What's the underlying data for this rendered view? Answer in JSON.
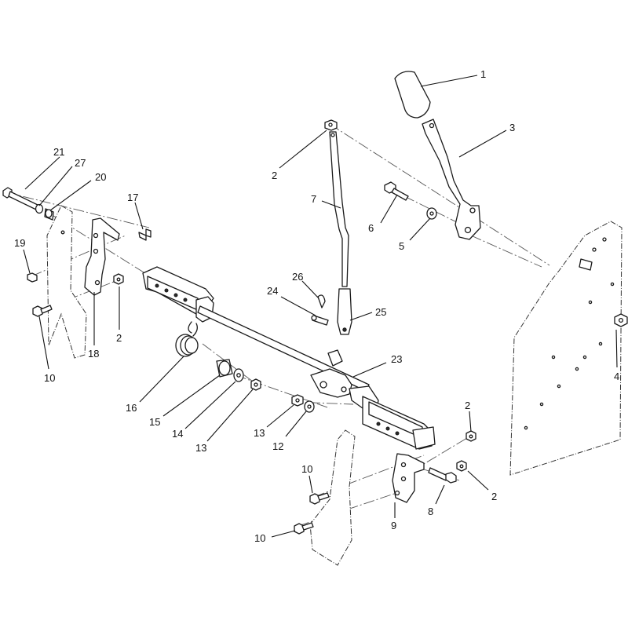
{
  "callouts": [
    {
      "id": "c1",
      "label": "1"
    },
    {
      "id": "c3",
      "label": "3"
    },
    {
      "id": "c2a",
      "label": "2"
    },
    {
      "id": "c7",
      "label": "7"
    },
    {
      "id": "c6",
      "label": "6"
    },
    {
      "id": "c5",
      "label": "5"
    },
    {
      "id": "c21",
      "label": "21"
    },
    {
      "id": "c27",
      "label": "27"
    },
    {
      "id": "c20",
      "label": "20"
    },
    {
      "id": "c17",
      "label": "17"
    },
    {
      "id": "c19",
      "label": "19"
    },
    {
      "id": "c26",
      "label": "26"
    },
    {
      "id": "c24",
      "label": "24"
    },
    {
      "id": "c25",
      "label": "25"
    },
    {
      "id": "c4",
      "label": "4"
    },
    {
      "id": "c2b",
      "label": "2"
    },
    {
      "id": "c18",
      "label": "18"
    },
    {
      "id": "c10a",
      "label": "10"
    },
    {
      "id": "c23",
      "label": "23"
    },
    {
      "id": "c16",
      "label": "16"
    },
    {
      "id": "c15",
      "label": "15"
    },
    {
      "id": "c14",
      "label": "14"
    },
    {
      "id": "c13a",
      "label": "13"
    },
    {
      "id": "c13b",
      "label": "13"
    },
    {
      "id": "c12",
      "label": "12"
    },
    {
      "id": "c2c",
      "label": "2"
    },
    {
      "id": "c2d",
      "label": "2"
    },
    {
      "id": "c10b",
      "label": "10"
    },
    {
      "id": "c9",
      "label": "9"
    },
    {
      "id": "c8",
      "label": "8"
    },
    {
      "id": "c10c",
      "label": "10"
    }
  ]
}
